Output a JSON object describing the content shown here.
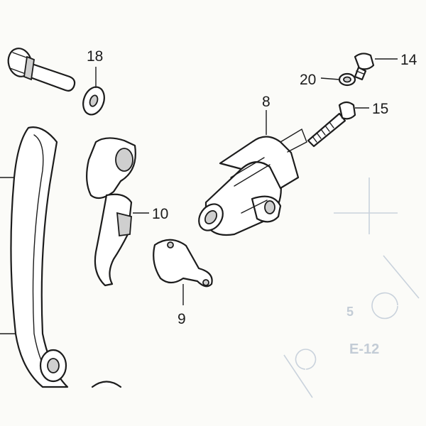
{
  "callouts": {
    "part_18": "18",
    "part_14": "14",
    "part_20": "20",
    "part_15": "15",
    "part_8": "8",
    "part_10": "10",
    "part_9": "9"
  },
  "background_marks": {
    "num_5": "5",
    "ref_e12": "E-12"
  },
  "colors": {
    "line": "#1c1c1c",
    "paper": "#fbfbf8",
    "ghost": "#c9d2dc"
  }
}
